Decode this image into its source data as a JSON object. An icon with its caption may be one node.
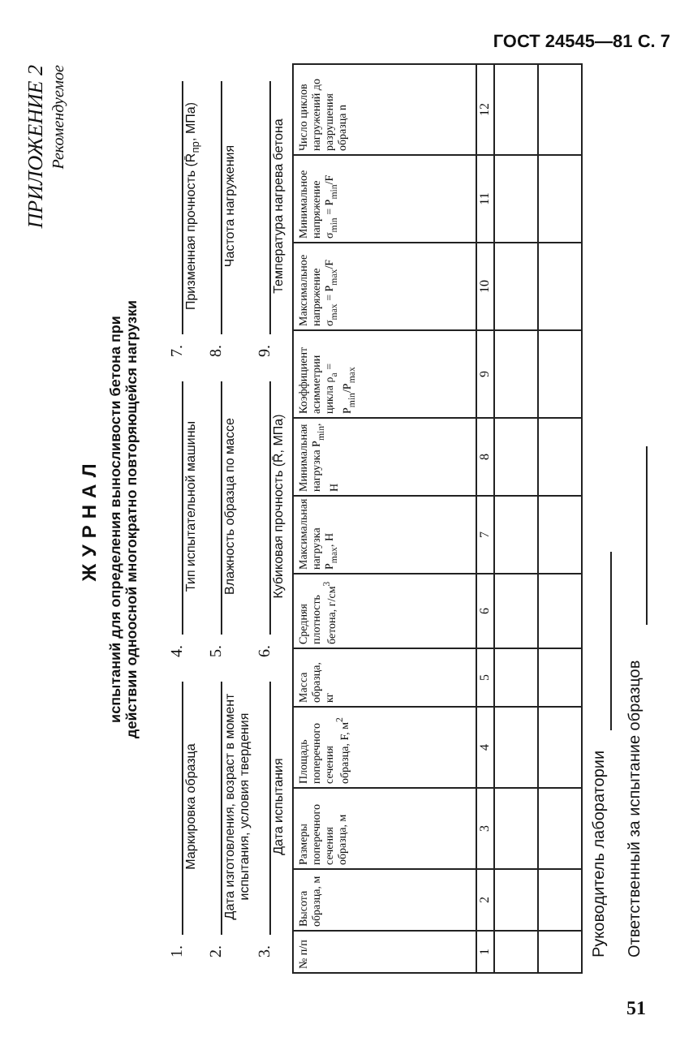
{
  "diagram": {
    "title": "ЖУРНАЛ",
    "labels": [
      "ГОСТ 24545—81 С. 7",
      "ПРИЛОЖЕНИЕ 2",
      "Рекомендуемое",
      "испытаний для определения выносливости бетона при действии одноосной многократно повторяющейся нагрузки",
      "1.",
      "Маркировка образца",
      "2.",
      "Дата изготовления, возраст в момент испытания, условия твердения",
      "3.",
      "Дата испытания",
      "4.",
      "Тип испытательной машины",
      "5.",
      "Влажность образца по массе",
      "6.",
      "Кубиковая прочность (R̄, МПа)",
      "7.",
      "Призменная прочность (R̄$_{пр}$, МПа)",
      "8.",
      "Частота нагружения",
      "9.",
      "Температура нагрева бетона",
      "№ п/п",
      "Высота образца, м",
      "Размеры поперечного сечения образца, м",
      "Площадь поперечного сечения образца, F, м$^{2}$",
      "Масса образца, кг",
      "Средняя плотность бетона, г/см$^{3}$",
      "Максимальная нагрузка P$_{max}$, Н",
      "Минимальная нагрузка P$_{min}$, Н",
      "Коэффициент асимметрии цикла ρ$_{a}$ = P$_{min}$/P$_{max}$",
      "Максимальное напряжение σ$_{max}$ = P$_{max}$/F",
      "Минимальное напряжение σ$_{min}$ = P$_{min}$/F",
      "Число циклов нагружений до разрушения образца n",
      "1",
      "2",
      "3",
      "4",
      "5",
      "6",
      "7",
      "8",
      "9",
      "10",
      "11",
      "12",
      "Руководитель лаборатории",
      "Ответственный за испытание образцов",
      "51"
    ]
  }
}
